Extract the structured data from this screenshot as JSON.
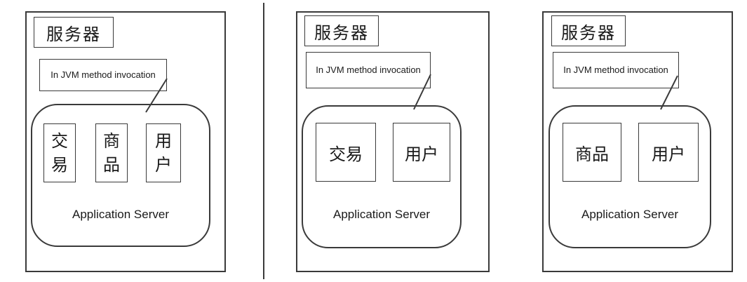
{
  "panels": [
    {
      "server_label": "服务器",
      "note": "In JVM method invocation",
      "app_label": "Application Server",
      "modules": [
        {
          "label": "交易"
        },
        {
          "label": "商品"
        },
        {
          "label": "用户"
        }
      ]
    },
    {
      "server_label": "服务器",
      "note": "In JVM method invocation",
      "app_label": "Application Server",
      "modules": [
        {
          "label": "交易"
        },
        {
          "label": "用户"
        }
      ]
    },
    {
      "server_label": "服务器",
      "note": "In JVM method invocation",
      "app_label": "Application Server",
      "modules": [
        {
          "label": "商品"
        },
        {
          "label": "用户"
        }
      ]
    }
  ],
  "colors": {
    "stroke": "#3a3a3a",
    "background": "#ffffff"
  }
}
